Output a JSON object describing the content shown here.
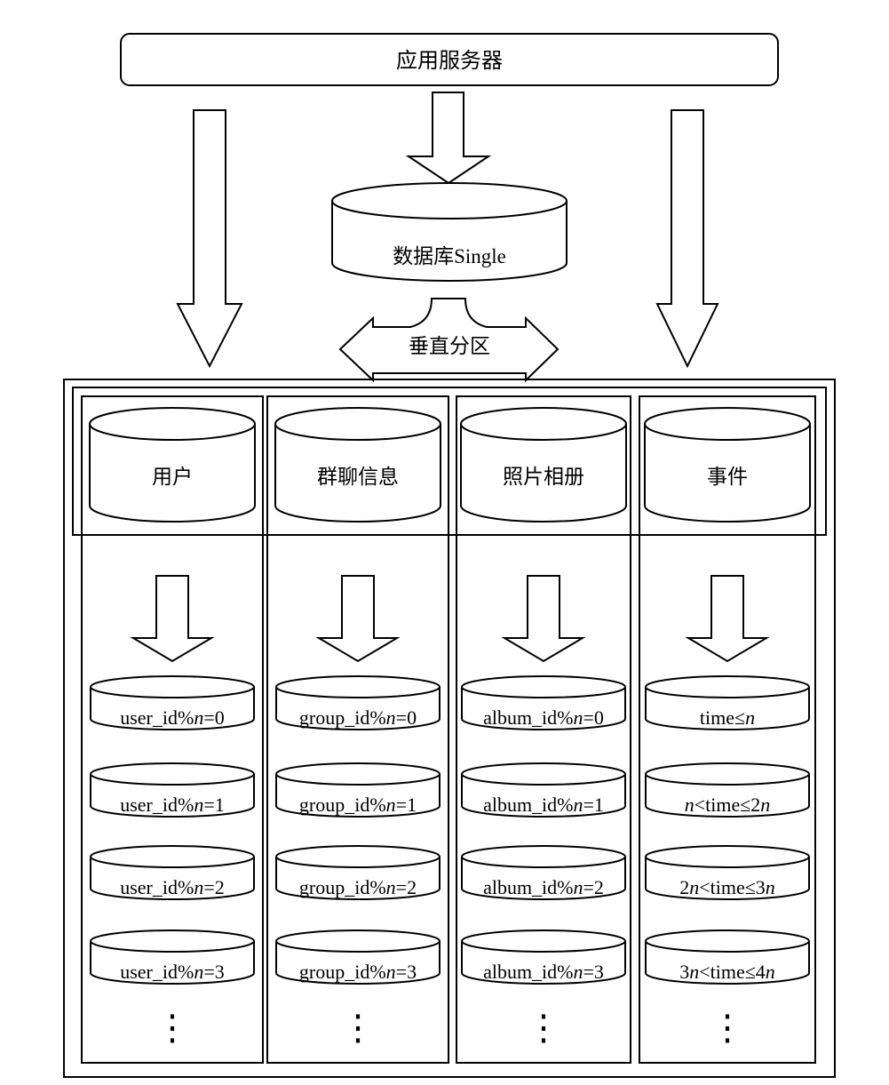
{
  "app_server": {
    "label": "应用服务器"
  },
  "database": {
    "label": "数据库Single"
  },
  "partition": {
    "label": "垂直分区"
  },
  "columns": [
    {
      "label": "用户",
      "shards": [
        [
          "user_id%",
          "n",
          "=0"
        ],
        [
          "user_id%",
          "n",
          "=1"
        ],
        [
          "user_id%",
          "n",
          "=2"
        ],
        [
          "user_id%",
          "n",
          "=3"
        ]
      ]
    },
    {
      "label": "群聊信息",
      "shards": [
        [
          "group_id%",
          "n",
          "=0"
        ],
        [
          "group_id%",
          "n",
          "=1"
        ],
        [
          "group_id%",
          "n",
          "=2"
        ],
        [
          "group_id%",
          "n",
          "=3"
        ]
      ]
    },
    {
      "label": "照片相册",
      "shards": [
        [
          "album_id%",
          "n",
          "=0"
        ],
        [
          "album_id%",
          "n",
          "=1"
        ],
        [
          "album_id%",
          "n",
          "=2"
        ],
        [
          "album_id%",
          "n",
          "=3"
        ]
      ]
    },
    {
      "label": "事件",
      "shards": [
        [
          "time≤",
          "n"
        ],
        [
          "n",
          "<time≤2",
          "n"
        ],
        [
          "2",
          "n",
          "<time≤3",
          "n"
        ],
        [
          "3",
          "n",
          "<time≤4",
          "n"
        ]
      ]
    }
  ],
  "ellipsis": "⋮"
}
